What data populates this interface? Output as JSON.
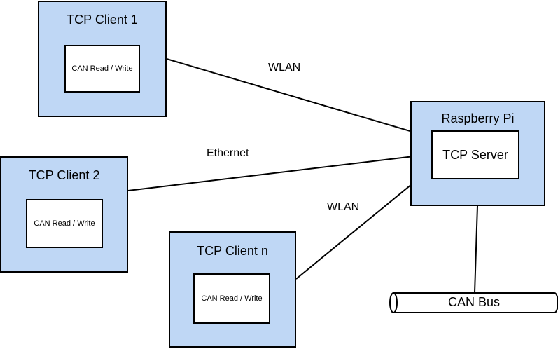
{
  "diagram": {
    "nodes": {
      "client1": {
        "title": "TCP Client 1",
        "inner": "CAN Read / Write"
      },
      "client2": {
        "title": "TCP Client 2",
        "inner": "CAN Read / Write"
      },
      "clientn": {
        "title": "TCP Client n",
        "inner": "CAN Read / Write"
      },
      "pi": {
        "title": "Raspberry Pi",
        "inner": "TCP Server"
      },
      "bus": {
        "label": "CAN Bus"
      }
    },
    "edges": [
      {
        "from": "client1",
        "to": "pi",
        "label": "WLAN"
      },
      {
        "from": "client2",
        "to": "pi",
        "label": "Ethernet"
      },
      {
        "from": "clientn",
        "to": "pi",
        "label": "WLAN"
      },
      {
        "from": "pi",
        "to": "bus",
        "label": ""
      }
    ],
    "colors": {
      "box_fill": "#bfd7f5",
      "stroke": "#000000"
    }
  }
}
